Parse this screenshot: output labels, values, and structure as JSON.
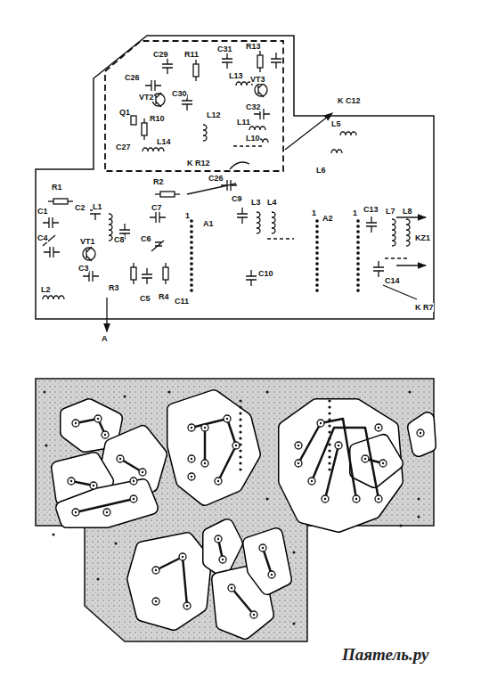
{
  "diagram": {
    "labels": [
      "C29",
      "R11",
      "C31",
      "R13",
      "C26",
      "L13",
      "VT2",
      "C30",
      "VT3",
      "Q1",
      "R10",
      "L12",
      "C32",
      "L11",
      "C27",
      "L14",
      "L10",
      "K R12",
      "K C12",
      "L5",
      "C26",
      "L6",
      "R1",
      "R2",
      "C9",
      "L3",
      "L4",
      "1",
      "A2",
      "1",
      "1",
      "C13",
      "L7",
      "L8",
      "C1",
      "C2",
      "L1",
      "C7",
      "A1",
      "KZ1",
      "C4",
      "VT1",
      "C8",
      "C6",
      "C10",
      "C3",
      "C14",
      "L2",
      "R3",
      "C5",
      "R4",
      "C11",
      "K R7",
      "A",
      "Паятель.ру"
    ]
  }
}
